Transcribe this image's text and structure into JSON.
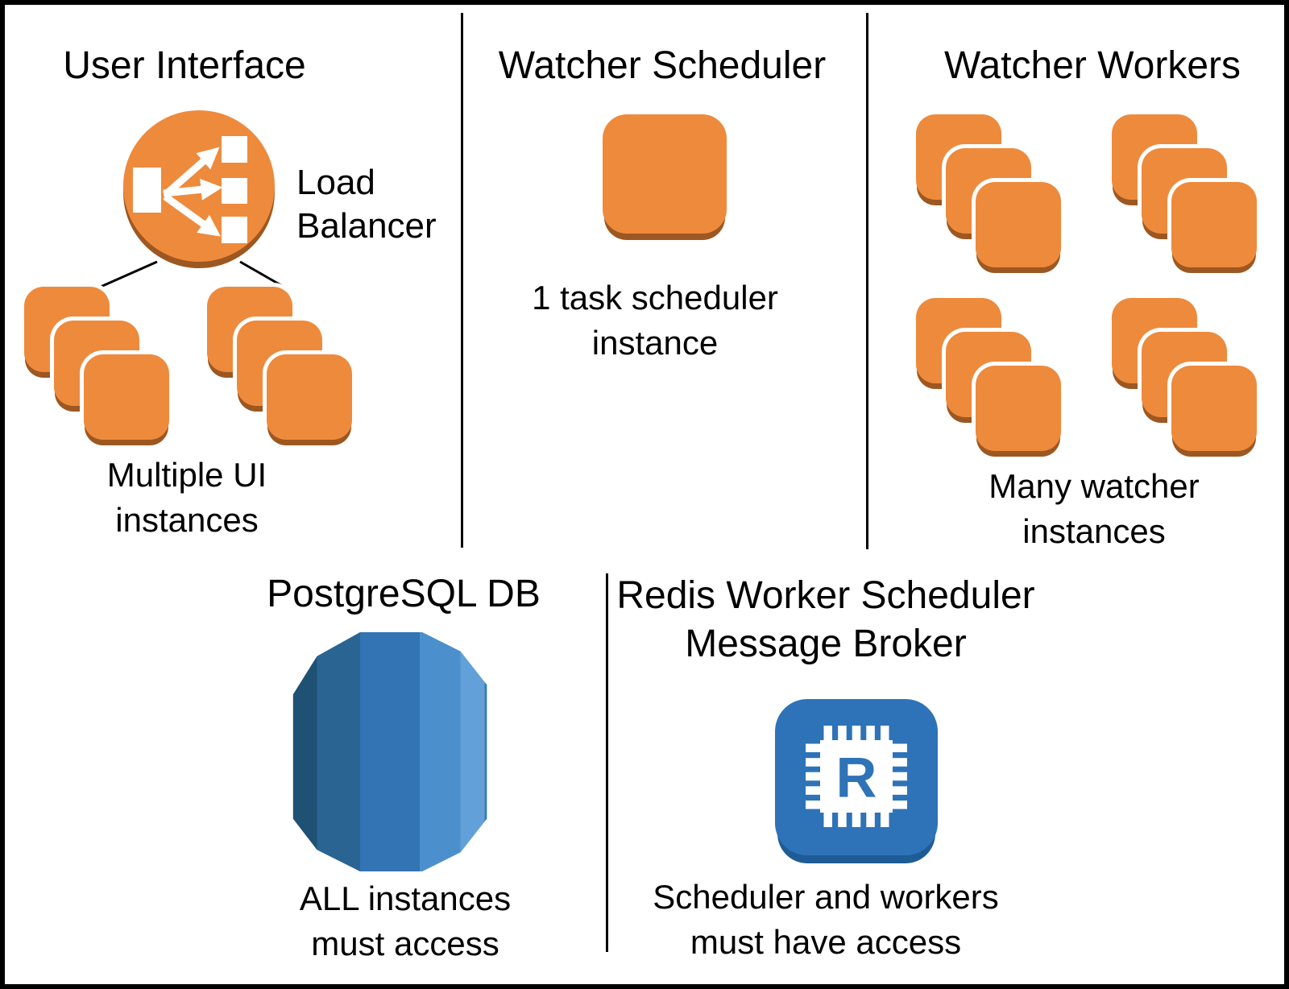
{
  "colors": {
    "ink": "#000000",
    "orange": "#EE8A3C",
    "orange_shadow": "#9D5721",
    "blue": "#2E73B8",
    "blue_shadow": "#1E5C95",
    "rds_1": "#1F5174",
    "rds_2": "#2A6493",
    "rds_3": "#3274B4",
    "rds_4": "#4C8FCD",
    "rds_5": "#61A0D8",
    "rds_6": "#3A7AB6"
  },
  "panels": {
    "ui": {
      "title": "User Interface",
      "lb_label_1": "Load",
      "lb_label_2": "Balancer",
      "caption_1": "Multiple UI",
      "caption_2": "instances"
    },
    "scheduler": {
      "title": "Watcher Scheduler",
      "caption_1": "1 task scheduler",
      "caption_2": "instance"
    },
    "workers": {
      "title": "Watcher Workers",
      "caption_1": "Many watcher",
      "caption_2": "instances"
    },
    "postgres": {
      "title": "PostgreSQL DB",
      "caption_1": "ALL instances",
      "caption_2": "must access"
    },
    "redis": {
      "title_1": "Redis Worker Scheduler",
      "title_2": "Message Broker",
      "letter": "R",
      "caption_1": "Scheduler and workers",
      "caption_2": "must have access"
    }
  }
}
